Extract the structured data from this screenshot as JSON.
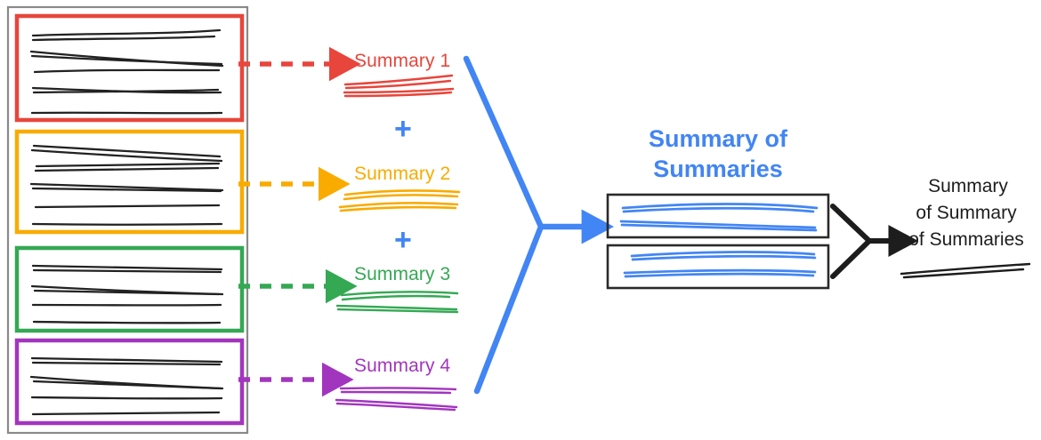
{
  "diagram": {
    "title_semantic": "hierarchical-summarization-pipeline",
    "colors": {
      "red": "#E8453C",
      "orange": "#F9AB00",
      "green": "#34A853",
      "purple": "#A235BE",
      "blue": "#4285F4",
      "black": "#1d1d1d",
      "gray_box": "#8a8a8a"
    }
  },
  "source_panel": {
    "name": "document-collection",
    "groups": [
      {
        "id": "group-1",
        "color": "#E8453C",
        "text_lines": 5
      },
      {
        "id": "group-2",
        "color": "#F9AB00",
        "text_lines": 5
      },
      {
        "id": "group-3",
        "color": "#34A853",
        "text_lines": 4
      },
      {
        "id": "group-4",
        "color": "#A235BE",
        "text_lines": 4
      }
    ]
  },
  "summaries": [
    {
      "label": "Summary 1",
      "color": "#E8453C",
      "scribble_lines": 4
    },
    {
      "label": "Summary 2",
      "color": "#F9AB00",
      "scribble_lines": 2
    },
    {
      "label": "Summary 3",
      "color": "#34A853",
      "scribble_lines": 4
    },
    {
      "label": "Summary 4",
      "color": "#A235BE",
      "scribble_lines": 4
    }
  ],
  "operators": [
    {
      "symbol": "+",
      "color": "#4285F4",
      "between": "Summary 1 and Summary 2"
    },
    {
      "symbol": "+",
      "color": "#4285F4",
      "between": "Summary 2 and Summary 3"
    }
  ],
  "summary_of_summaries": {
    "label_line1": "Summary of",
    "label_line2": "Summaries",
    "color": "#4285F4",
    "boxes": 2
  },
  "final_output": {
    "label_line1": "Summary",
    "label_line2": "of Summary",
    "label_line3": "of Summaries",
    "color": "#1d1d1d"
  }
}
